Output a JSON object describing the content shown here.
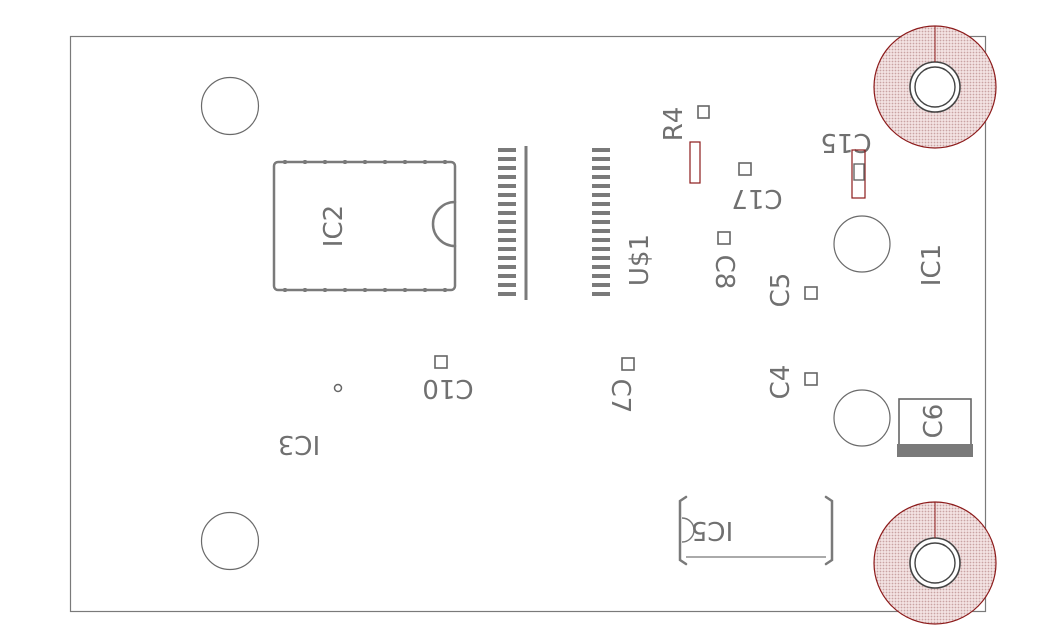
{
  "labels": {
    "ic1": "IC1",
    "ic2": "IC2",
    "ic3": "IC3",
    "ic5": "IC5",
    "us1": "U$1",
    "r4": "R4",
    "c4": "C4",
    "c5": "C5",
    "c6": "C6",
    "c7": "C7",
    "c8": "C8",
    "c10": "C10",
    "c15": "C15",
    "c17": "C17"
  },
  "colors": {
    "board_outline": "#7a7a7a",
    "silkscreen": "#707070",
    "copper_hatch": "#8c1a1a",
    "background": "#ffffff"
  }
}
